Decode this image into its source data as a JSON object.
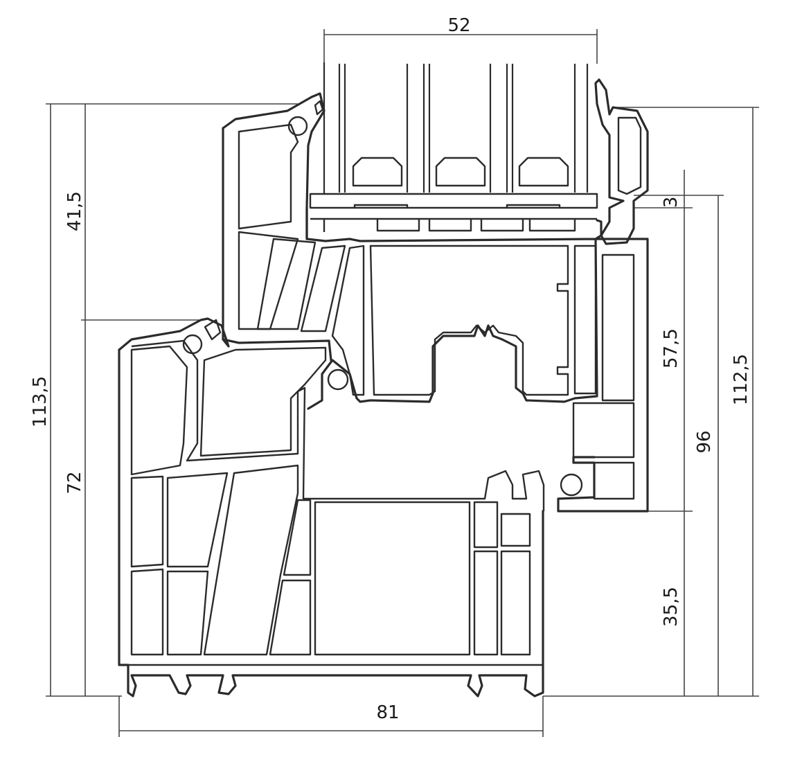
{
  "dimensions": {
    "top_width": "52",
    "bottom_width": "81",
    "left_total_height": "113,5",
    "left_upper_height": "41,5",
    "left_lower_height": "72",
    "right_total_height": "112,5",
    "right_gap": "3",
    "right_upper_height": "57,5",
    "right_mid_height": "96",
    "right_lower_height": "35,5"
  },
  "colors": {
    "line": "#2b2b2b",
    "background": "#ffffff"
  }
}
